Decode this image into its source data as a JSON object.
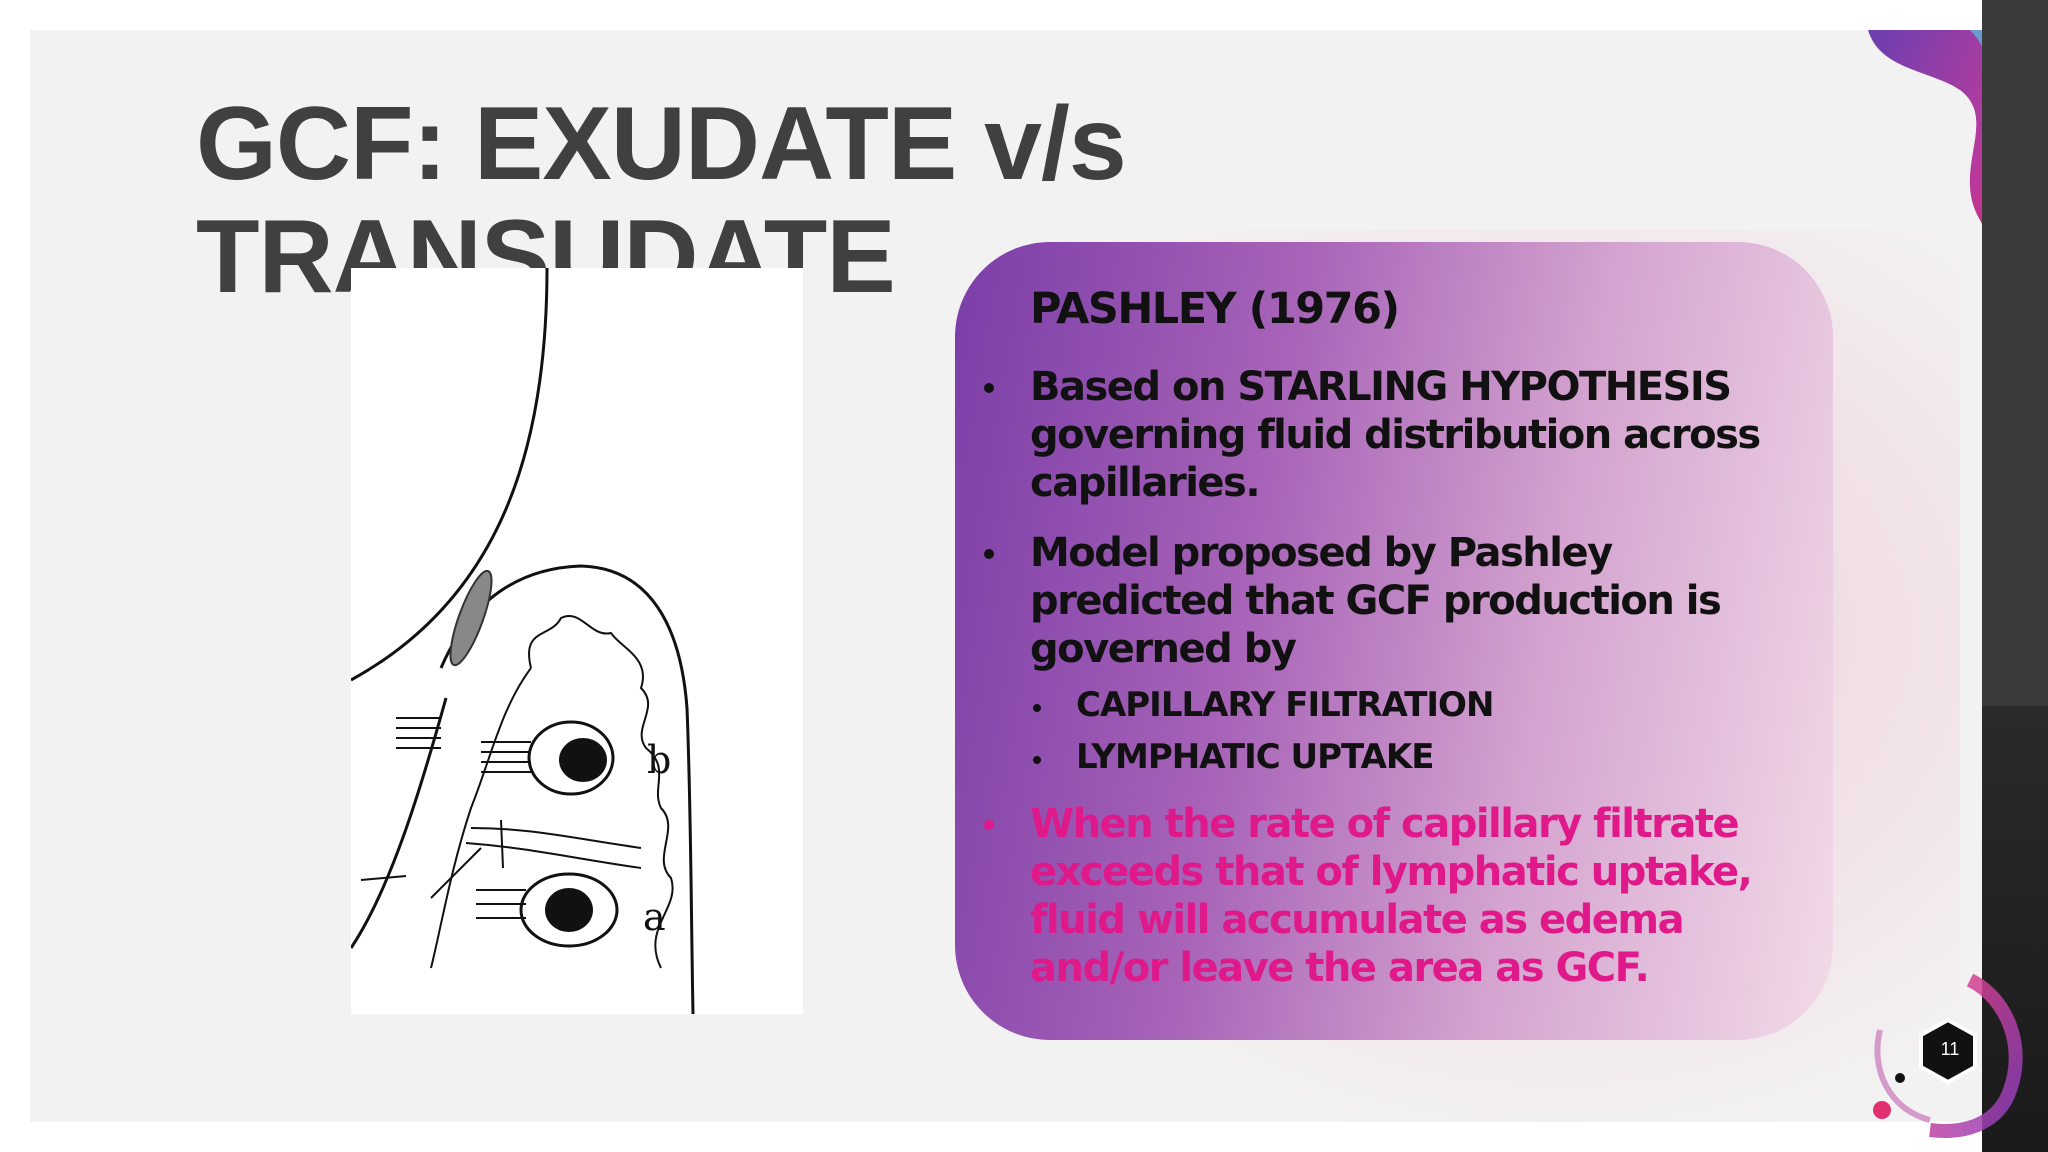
{
  "slide": {
    "title_lines": [
      "GCF: EXUDATE v/s",
      "TRANSUDATE"
    ],
    "panel": {
      "heading": "PASHLEY (1976)",
      "bullets": [
        {
          "lines": [
            "Based on STARLING HYPOTHESIS",
            "governing fluid distribution across",
            "capillaries."
          ]
        },
        {
          "lines": [
            "Model proposed by Pashley",
            "predicted that GCF production is",
            "governed by"
          ],
          "subitems": [
            "CAPILLARY FILTRATION",
            "LYMPHATIC UPTAKE"
          ]
        },
        {
          "lines": [
            "When the rate of capillary filtrate",
            "exceeds that of lymphatic uptake,",
            "fluid will accumulate as edema",
            "and/or leave the area as GCF."
          ]
        }
      ]
    },
    "figure": {
      "labels": [
        "b",
        "a"
      ]
    },
    "page_number": "11"
  },
  "colors": {
    "title": "#404040",
    "highlight": "#e0198a",
    "panel_start": "#7b3da8",
    "panel_end": "#f2dbe8"
  }
}
